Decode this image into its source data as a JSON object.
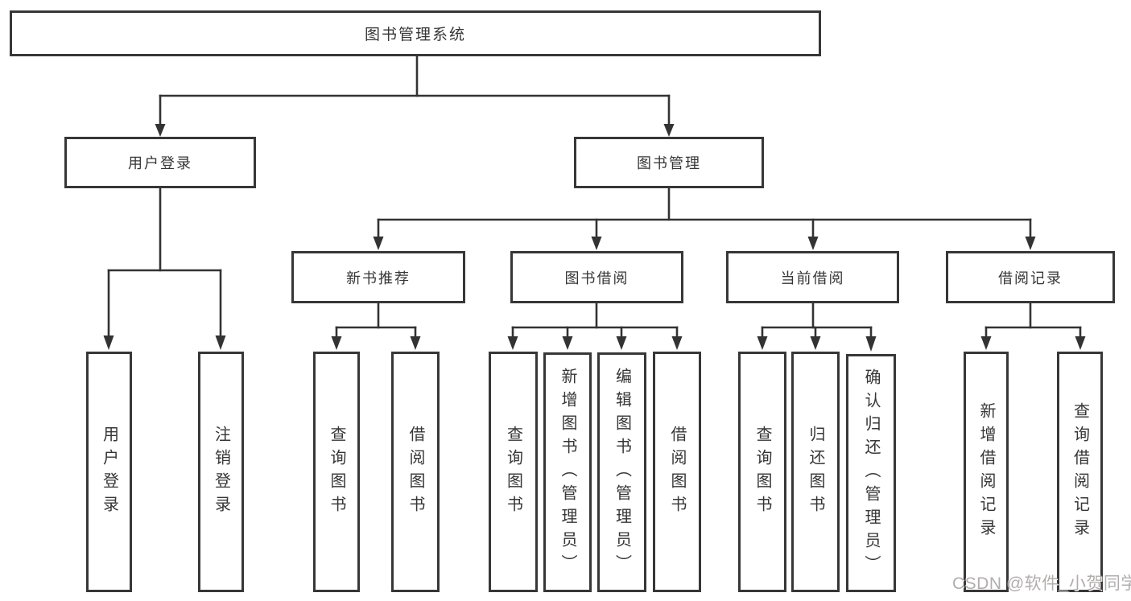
{
  "tree": {
    "root_label": "图书管理系统",
    "user_login": {
      "label": "用户登录",
      "children": [
        "用户登录",
        "注销登录"
      ]
    },
    "book_mgmt": {
      "label": "图书管理",
      "groups": [
        {
          "label": "新书推荐",
          "children": [
            "查询图书",
            "借阅图书"
          ]
        },
        {
          "label": "图书借阅",
          "children": [
            "查询图书",
            "新增图书（管理员）",
            "编辑图书（管理员）",
            "借阅图书"
          ]
        },
        {
          "label": "当前借阅",
          "children": [
            "查询图书",
            "归还图书",
            "确认归还（管理员）"
          ]
        },
        {
          "label": "借阅记录",
          "children": [
            "新增借阅记录",
            "查询借阅记录"
          ]
        }
      ]
    }
  },
  "watermark": {
    "text": "CSDN @软件_小贺同学"
  },
  "colors": {
    "line": "#333333",
    "box_border": "#373737",
    "text": "#363636",
    "background": "#ffffff",
    "watermark": "#9e9898"
  }
}
